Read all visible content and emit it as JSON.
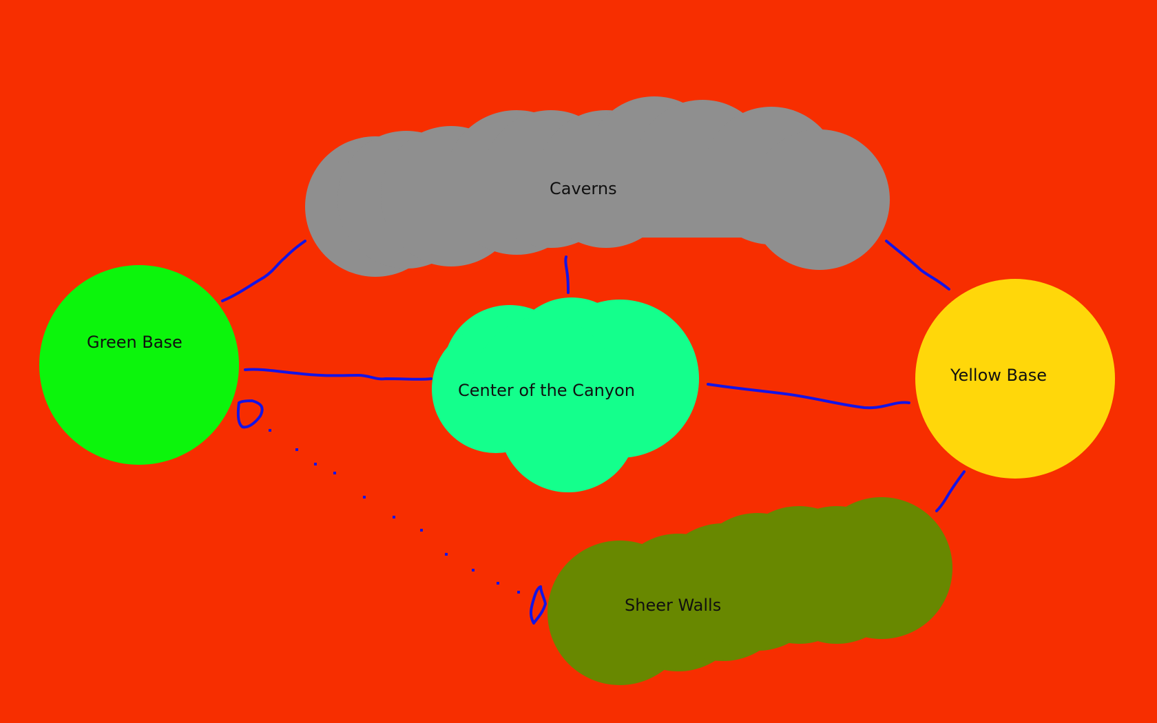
{
  "colors": {
    "background": "#f72e00",
    "link": "#1414e6",
    "caverns": "#8f8f8f",
    "green_base": "#0cf50c",
    "center": "#14ff8c",
    "yellow_base": "#ffd70a",
    "sheer_walls": "#688800"
  },
  "nodes": {
    "caverns": {
      "label": "Caverns"
    },
    "green_base": {
      "label": "Green Base"
    },
    "center": {
      "label": "Center of the Canyon"
    },
    "yellow_base": {
      "label": "Yellow Base"
    },
    "sheer_walls": {
      "label": "Sheer Walls"
    }
  },
  "links": [
    {
      "from": "green_base",
      "to": "caverns",
      "style": "solid"
    },
    {
      "from": "caverns",
      "to": "center",
      "style": "solid"
    },
    {
      "from": "caverns",
      "to": "yellow_base",
      "style": "solid"
    },
    {
      "from": "green_base",
      "to": "center",
      "style": "solid"
    },
    {
      "from": "center",
      "to": "yellow_base",
      "style": "solid"
    },
    {
      "from": "yellow_base",
      "to": "sheer_walls",
      "style": "solid"
    },
    {
      "from": "green_base",
      "to": "sheer_walls",
      "style": "dotted"
    }
  ]
}
